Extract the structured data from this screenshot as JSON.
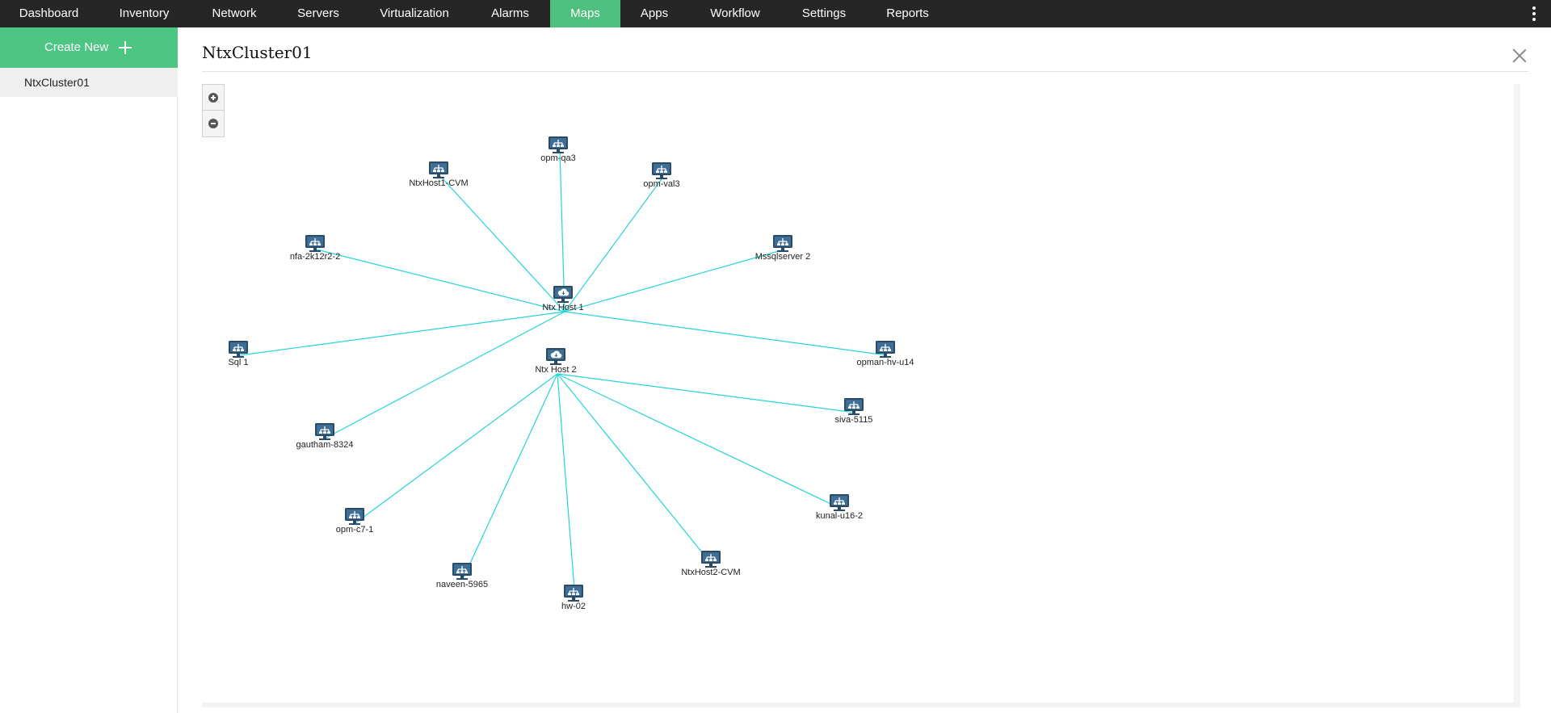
{
  "nav": {
    "items": [
      "Dashboard",
      "Inventory",
      "Network",
      "Servers",
      "Virtualization",
      "Alarms",
      "Maps",
      "Apps",
      "Workflow",
      "Settings",
      "Reports"
    ],
    "active": "Maps",
    "active_color": "#4dbf7e",
    "menu_icon": "vertical-dots-icon"
  },
  "sidebar": {
    "create_new_label": "Create New",
    "create_new_icon": "plus-icon",
    "items": [
      {
        "label": "NtxCluster01"
      }
    ]
  },
  "main": {
    "title": "NtxCluster01",
    "close_icon": "close-icon",
    "zoom_in_icon": "zoom-in-icon",
    "zoom_out_icon": "zoom-out-icon"
  },
  "map": {
    "link_color": "#27d3d8",
    "hosts": [
      {
        "id": "h1",
        "label": "Ntx Host 1",
        "icon": "cloud-host-icon"
      },
      {
        "id": "h2",
        "label": "Ntx Host 2",
        "icon": "cloud-host-icon"
      }
    ],
    "nodes": [
      {
        "id": "n1",
        "label": "opm-qa3",
        "icon": "network-server-icon",
        "host": "h1"
      },
      {
        "id": "n2",
        "label": "NtxHost1-CVM",
        "icon": "network-server-icon",
        "host": "h1"
      },
      {
        "id": "n3",
        "label": "opm-val3",
        "icon": "network-server-icon",
        "host": "h1"
      },
      {
        "id": "n4",
        "label": "nfa-2k12r2-2",
        "icon": "network-server-icon",
        "host": "h1"
      },
      {
        "id": "n5",
        "label": "Mssqlserver 2",
        "icon": "network-server-icon",
        "host": "h1"
      },
      {
        "id": "n6",
        "label": "Sql 1",
        "icon": "network-server-icon",
        "host": "h1"
      },
      {
        "id": "n7",
        "label": "opman-hv-u14",
        "icon": "network-server-icon",
        "host": "h1"
      },
      {
        "id": "n8",
        "label": "gautham-8324",
        "icon": "network-server-icon",
        "host": "h1"
      },
      {
        "id": "n9",
        "label": "siva-5115",
        "icon": "network-server-icon",
        "host": "h2"
      },
      {
        "id": "n10",
        "label": "kunal-u16-2",
        "icon": "network-server-icon",
        "host": "h2"
      },
      {
        "id": "n11",
        "label": "opm-c7-1",
        "icon": "network-server-icon",
        "host": "h2"
      },
      {
        "id": "n12",
        "label": "naveen-5965",
        "icon": "network-server-icon",
        "host": "h2"
      },
      {
        "id": "n13",
        "label": "NtxHost2-CVM",
        "icon": "network-server-icon",
        "host": "h2"
      },
      {
        "id": "n14",
        "label": "hw-02",
        "icon": "network-server-icon",
        "host": "h2"
      }
    ]
  }
}
